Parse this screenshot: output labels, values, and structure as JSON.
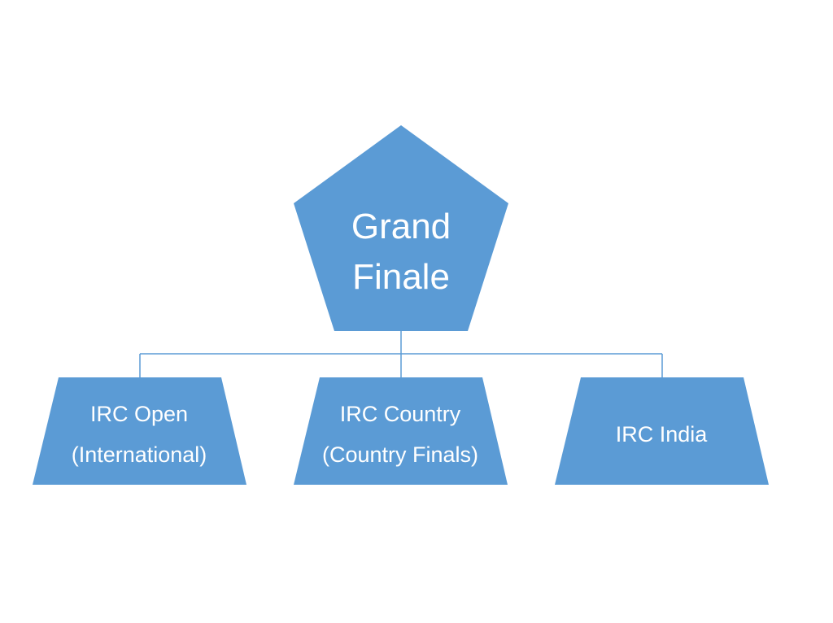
{
  "diagram": {
    "root": {
      "lines": [
        "Grand",
        "Finale"
      ]
    },
    "children": [
      {
        "lines": [
          "IRC Open",
          "(International)"
        ]
      },
      {
        "lines": [
          "IRC Country",
          "(Country Finals)"
        ]
      },
      {
        "lines": [
          "IRC India"
        ]
      }
    ]
  },
  "colors": {
    "shape_fill": "#5b9bd5",
    "text": "#ffffff",
    "connector": "#5b9bd5"
  }
}
